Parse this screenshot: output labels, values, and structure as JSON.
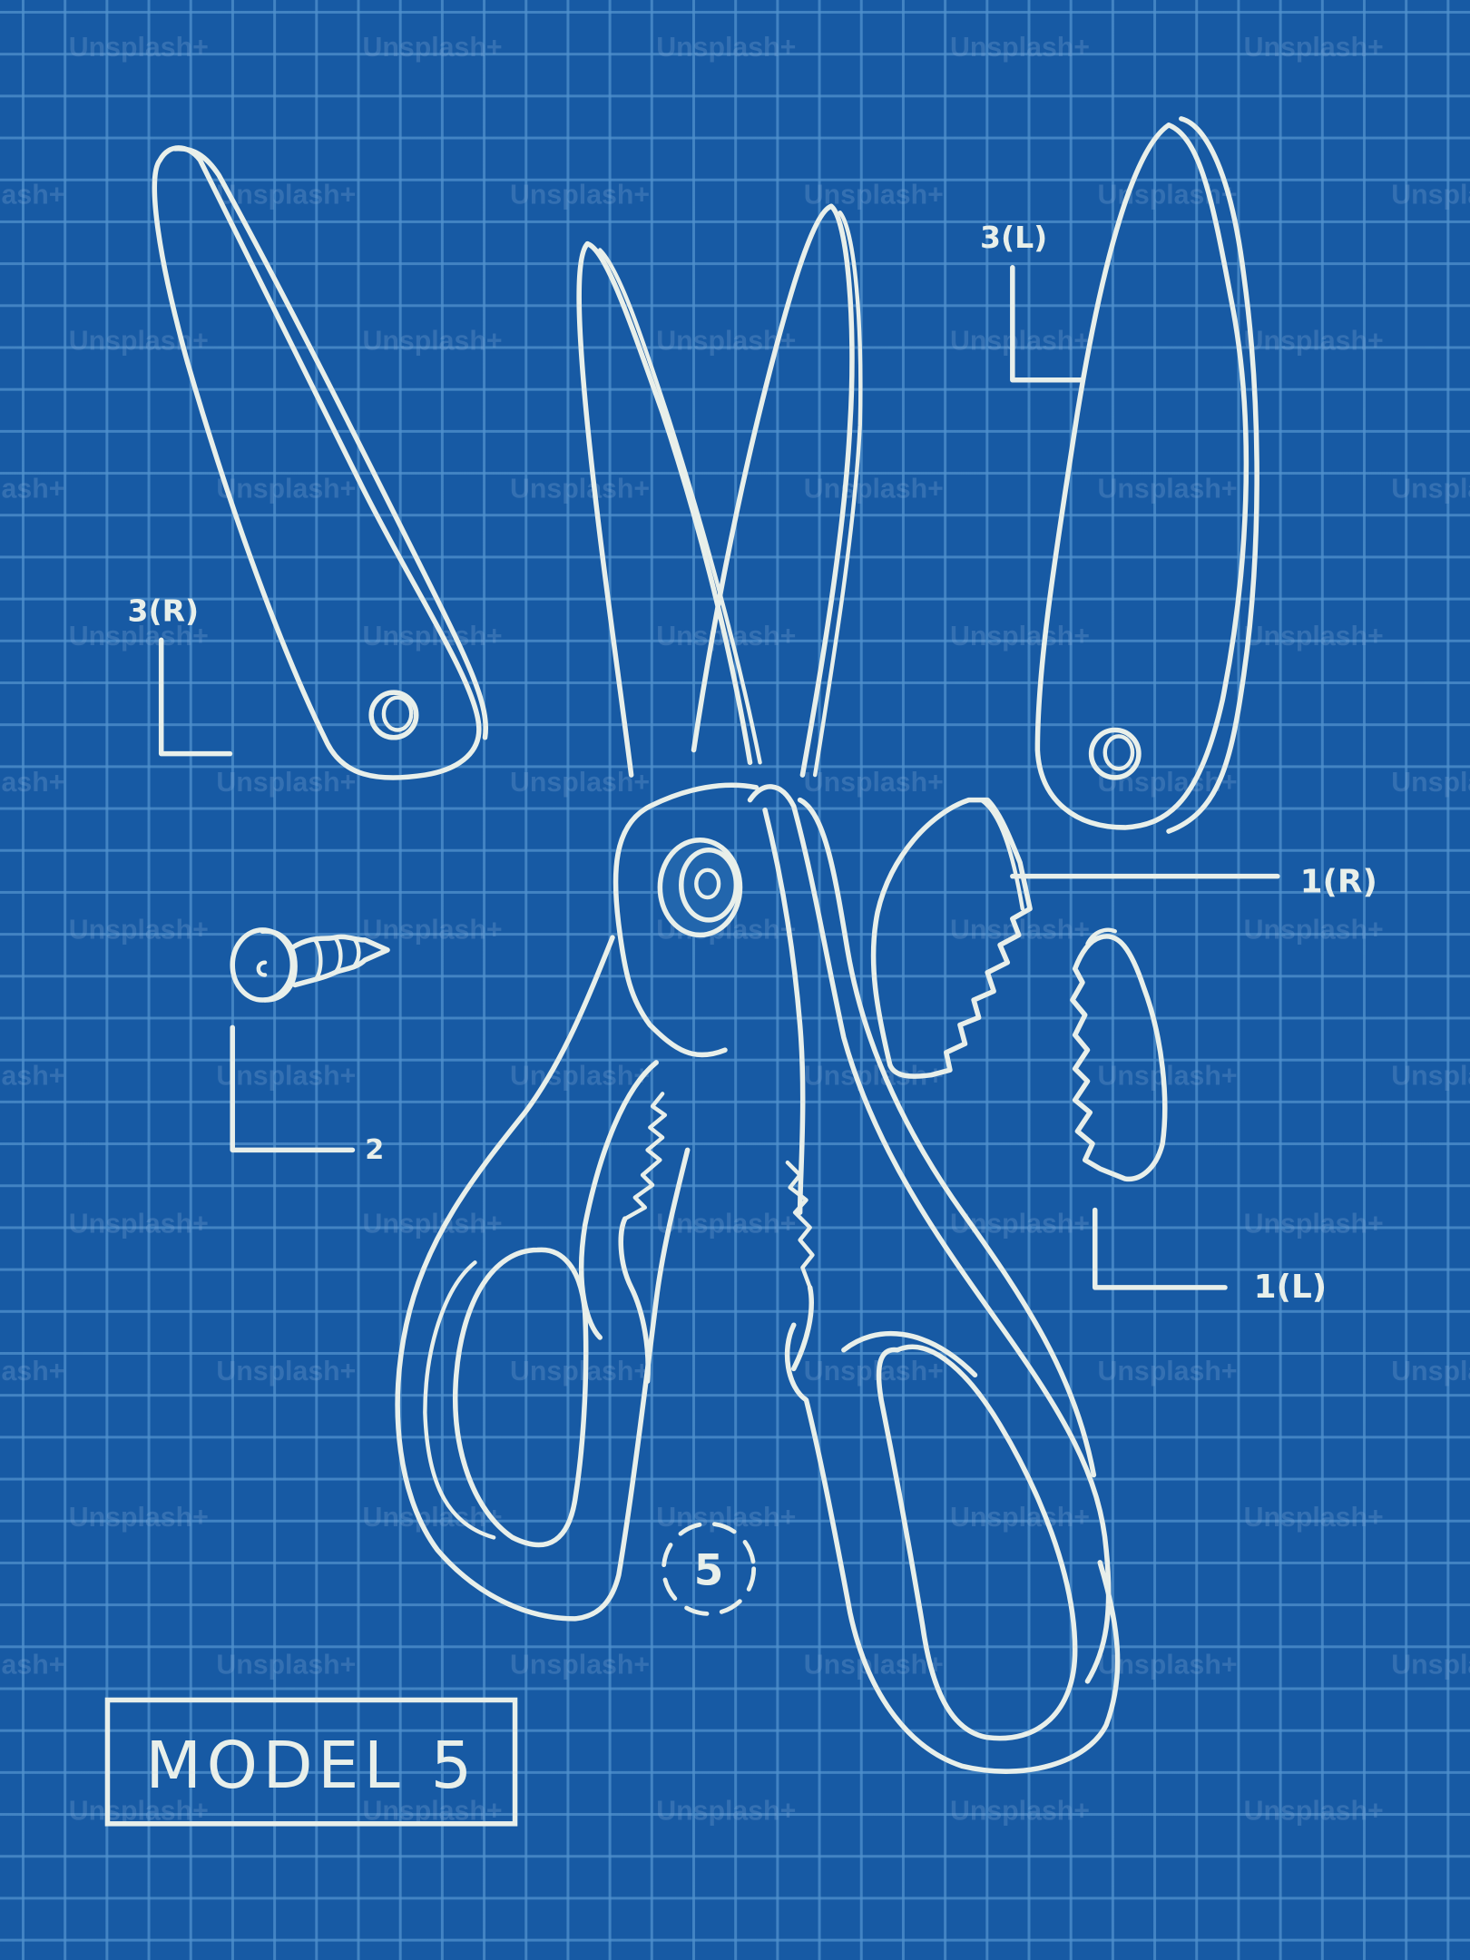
{
  "title_box": {
    "label": "MODEL 5"
  },
  "part_labels": {
    "blade_right": "3(R)",
    "blade_left": "3(L)",
    "screw": "2",
    "grip_right": "1(R)",
    "grip_left": "1(L)",
    "assembly_number": "5"
  },
  "watermark": {
    "text": "Unsplash+"
  },
  "colors": {
    "background": "#175aa4",
    "grid_line": "#5091cd",
    "line_art": "#e8efea",
    "watermark": "#82aad7"
  }
}
